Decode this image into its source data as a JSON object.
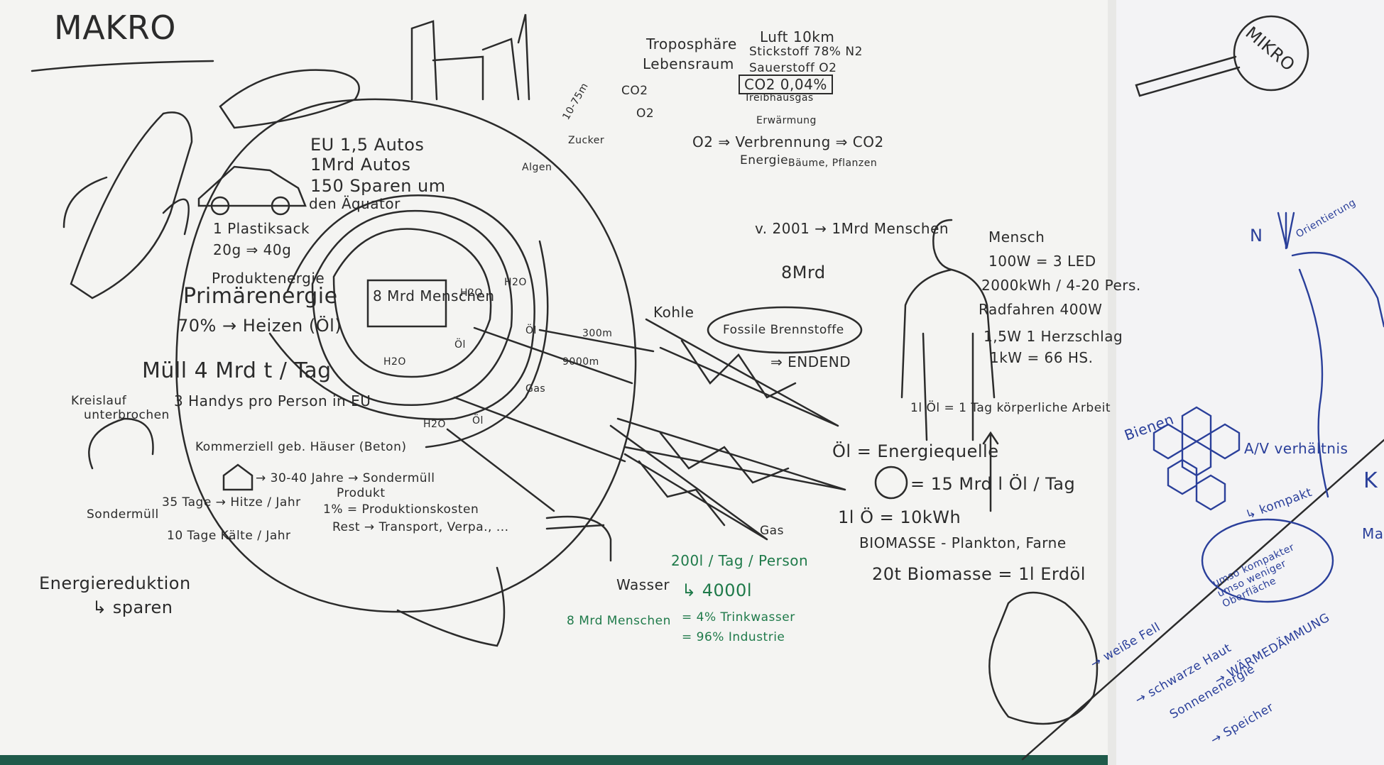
{
  "title": "MAKRO",
  "mikro": "MIKRO",
  "left": {
    "eu": [
      "EU 1,5 Autos",
      "1Mrd Autos",
      "150 Sparen um",
      "den Äquator"
    ],
    "plastic": [
      "1 Plastiksack",
      "20g ⇒ 40g"
    ],
    "prod": "Produktenergie",
    "primary": "Primärenergie",
    "heat": "70% → Heizen (Öl)",
    "waste": "Müll 4 Mrd t / Tag",
    "handys": "3 Handys pro Person in EU",
    "kreislauf": "Kreislauf",
    "unterbrochen": "unterbrochen",
    "sondermuell": "Sondermüll",
    "houses": "Kommerziell geb. Häuser (Beton)",
    "parts": "→ 30-40 Jahre → Sondermüll",
    "product": "Produkt",
    "days1": "35 Tage → Hitze / Jahr",
    "days2": "10 Tage Kälte / Jahr",
    "pct": "1% = Produktionskosten",
    "rest": "Rest → Transport, Verpa., ...",
    "reduction": "Energiereduktion",
    "sparen": "↳ sparen"
  },
  "center": {
    "people": "8 Mrd Menschen",
    "h2o": "H2O",
    "oel": "Öl",
    "gas": "Gas",
    "d300": "300m",
    "d9000": "9000m",
    "kohle": "Kohle",
    "wasser": "Wasser",
    "gas2": "Gas",
    "co2": "CO2",
    "o2": "O2",
    "zucker": "Zucker",
    "h1075": "10-75m",
    "alg": "Algen"
  },
  "top": {
    "tropo": "Troposphäre",
    "leben": "Lebensraum",
    "luft": "Luft 10km",
    "stick": "Stickstoff 78% N2",
    "sauer": "Sauerstoff O2",
    "co2": "CO2 0,04%",
    "treib": "Treibhausgas",
    "erwaerm": "Erwärmung",
    "verbr": "O2 ⇒ Verbrennung ⇒ CO2",
    "energie": "Energie",
    "baeume": "Bäume, Pflanzen"
  },
  "right": {
    "v2001": "v. 2001 → 1Mrd Menschen",
    "acht": "8Mrd",
    "fossil": "Fossile Brennstoffe",
    "endend": "⇒ ENDEND",
    "mensch": "Mensch",
    "w100": "100W = 3 LED",
    "kwh": "2000kWh / 4-20 Pers.",
    "rad": "Radfahren 400W",
    "herz": "1,5W 1 Herzschlag",
    "hs": "1kW = 66 HS.",
    "oeltag": "1l Öl = 1 Tag körperliche Arbeit",
    "oel": "Öl = Energiequelle",
    "mrd": "= 15 Mrd l Öl / Tag",
    "kwh10": "1l Ö = 10kWh",
    "bio": "BIOMASSE - Plankton, Farne",
    "bio2": "20t Biomasse = 1l Erdöl"
  },
  "green": {
    "l200": "200l / Tag / Person",
    "l4000": "↳ 4000l",
    "acht": "8 Mrd Menschen",
    "p4": "= 4% Trinkwasser",
    "p96": "= 96% Industrie"
  },
  "blue": {
    "n": "N",
    "orient": "Orientierung",
    "bienen": "Bienen",
    "av": "A/V verhältnis",
    "kompakt": "↳ kompakt",
    "umso": "umso kompakter umso weniger Oberfläche",
    "weil": "→ weiße Fell",
    "schw": "→ schwarze Haut",
    "energ": "Sonnenenergie",
    "waerme": "→ WÄRMEDÄMMUNG",
    "speicher": "→ Speicher",
    "blauk": "K",
    "ma": "Ma"
  }
}
